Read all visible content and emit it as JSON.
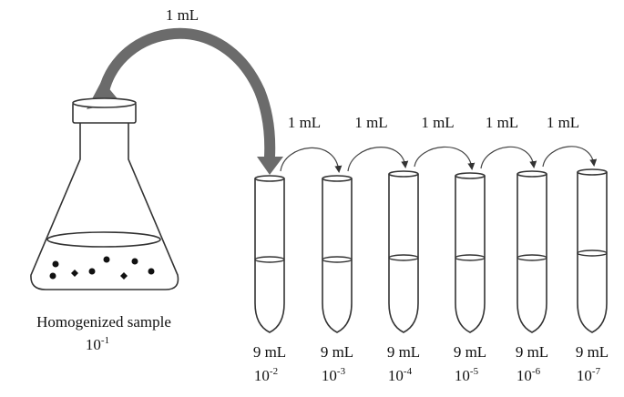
{
  "main_transfer_label": "1 mL",
  "flask": {
    "caption": "Homogenized sample",
    "dilution_base": "10",
    "dilution_exp": "-1"
  },
  "transfers": [
    "1 mL",
    "1 mL",
    "1 mL",
    "1 mL",
    "1 mL"
  ],
  "tubes": [
    {
      "volume": "9 mL",
      "base": "10",
      "exp": "-2"
    },
    {
      "volume": "9 mL",
      "base": "10",
      "exp": "-3"
    },
    {
      "volume": "9 mL",
      "base": "10",
      "exp": "-4"
    },
    {
      "volume": "9 mL",
      "base": "10",
      "exp": "-5"
    },
    {
      "volume": "9 mL",
      "base": "10",
      "exp": "-6"
    },
    {
      "volume": "9 mL",
      "base": "10",
      "exp": "-7"
    }
  ]
}
